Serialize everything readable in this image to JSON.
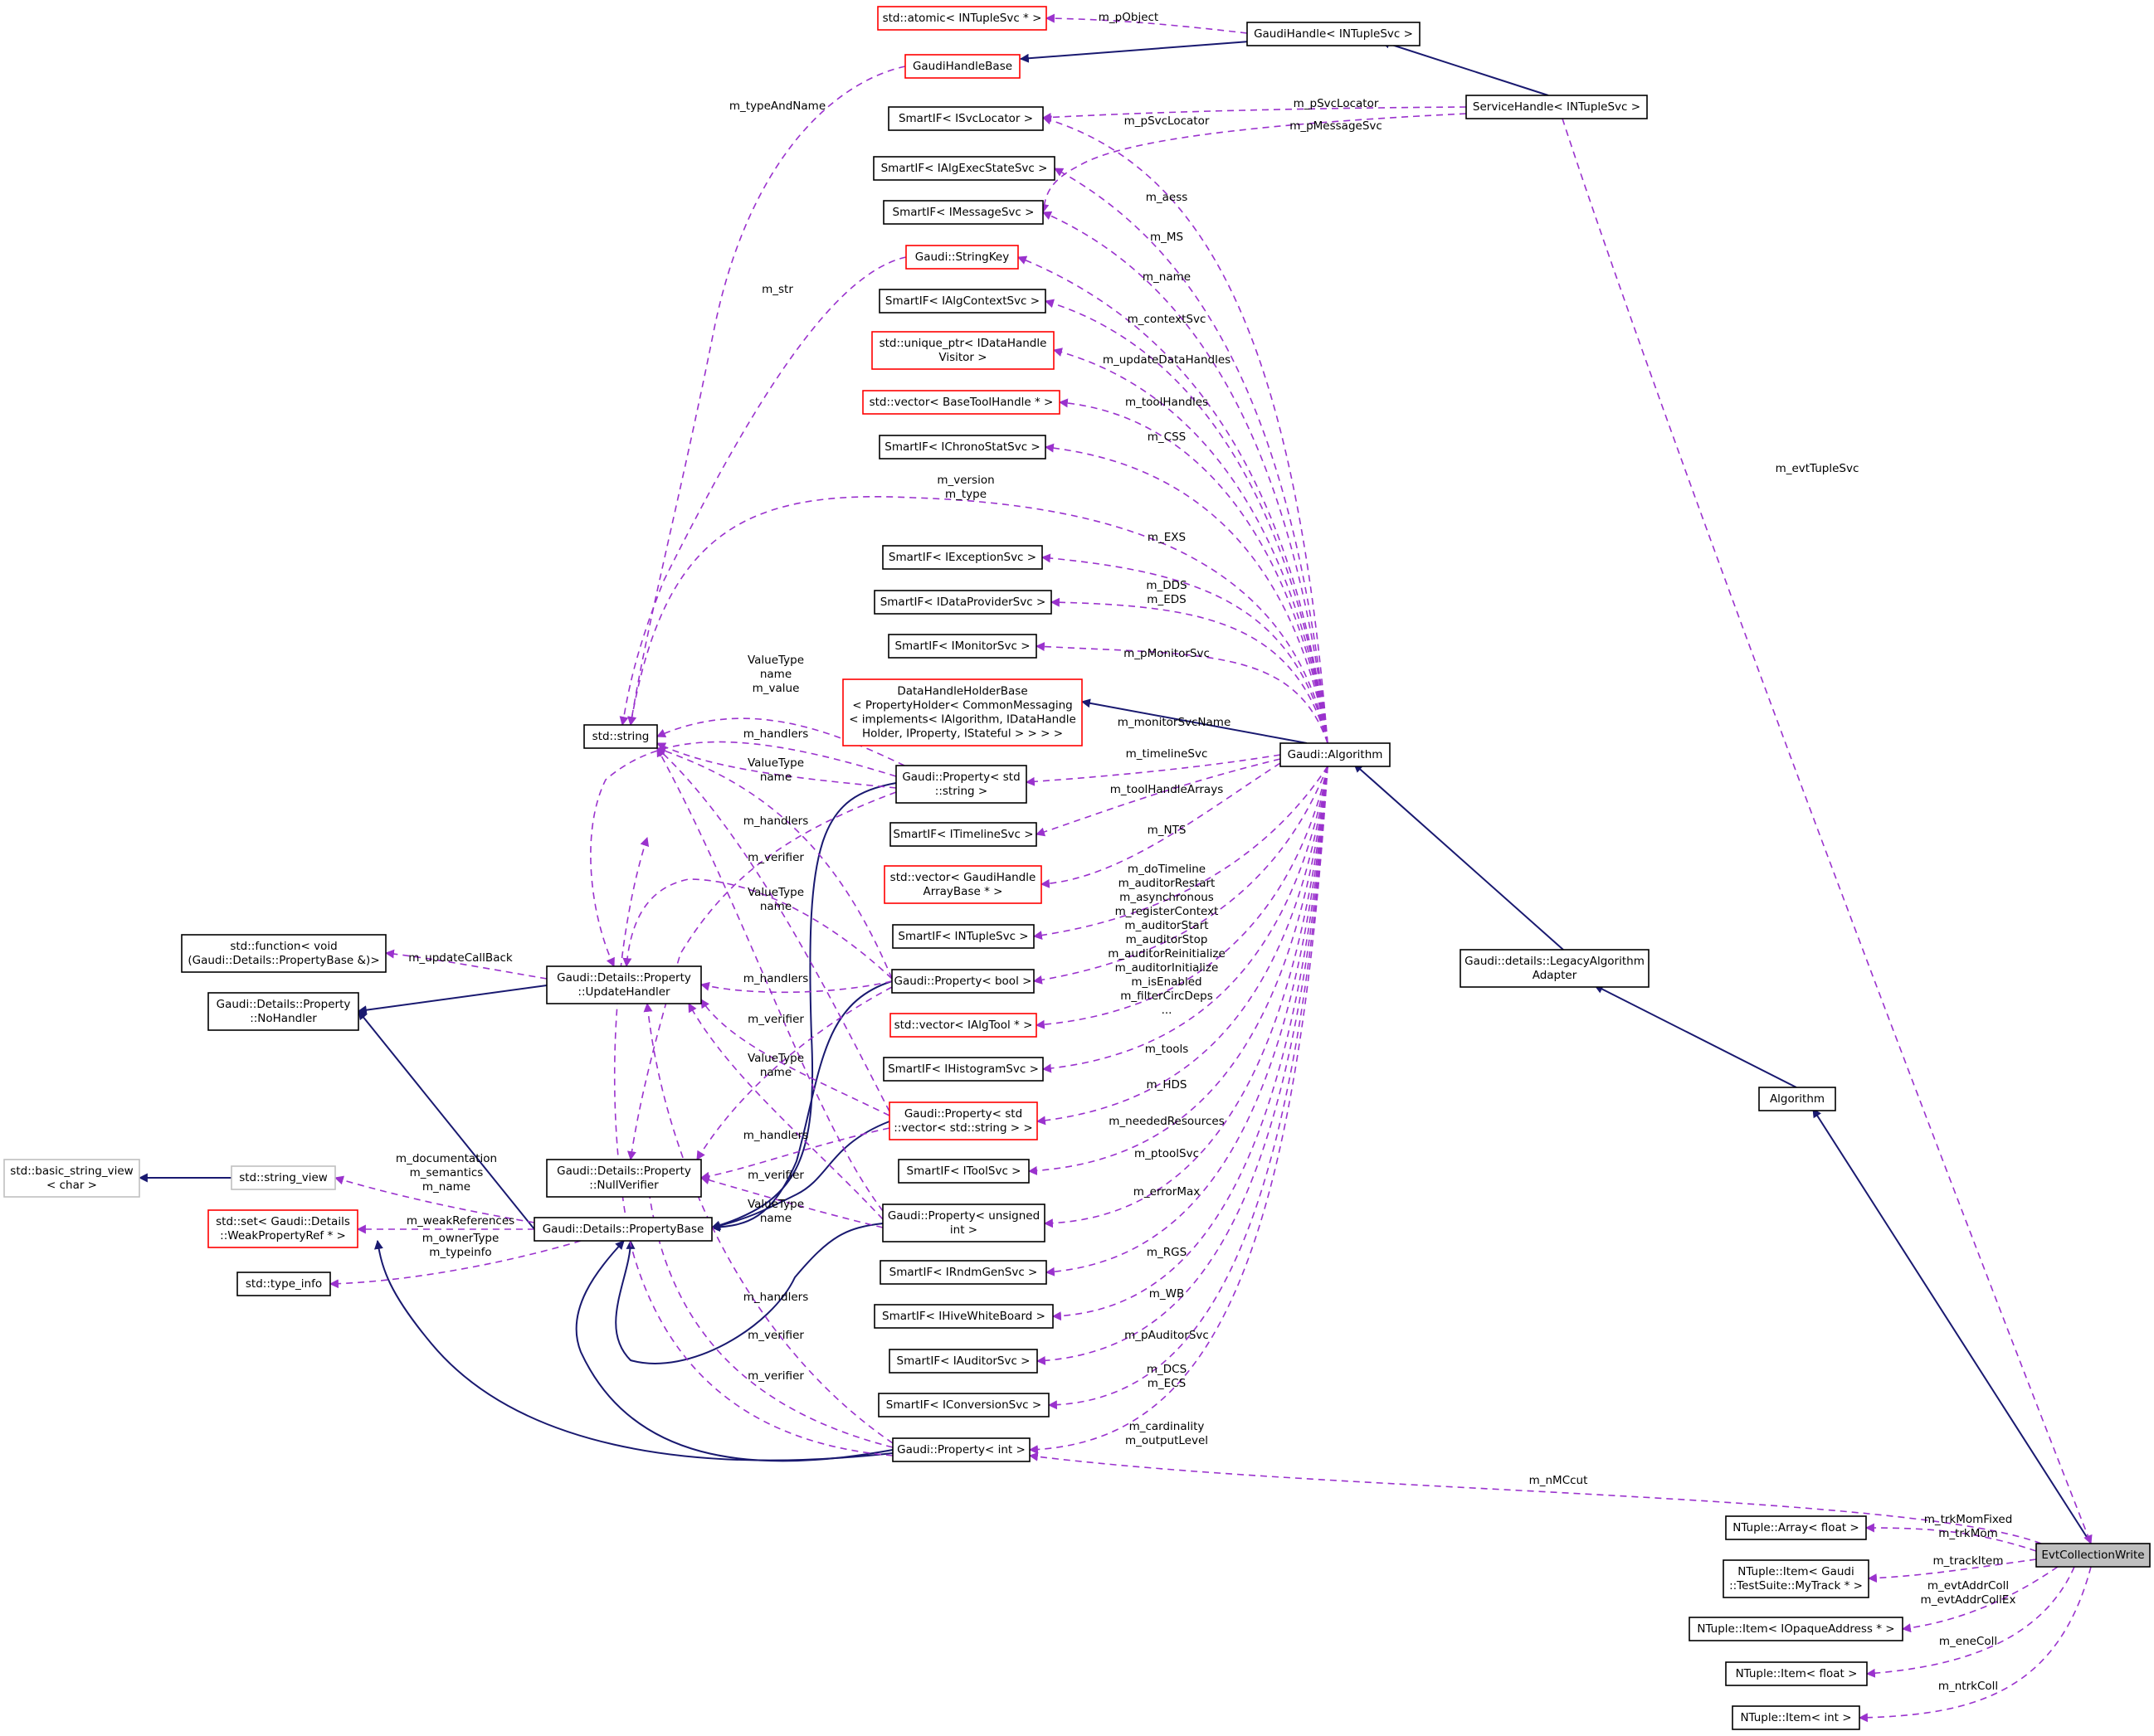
{
  "title": "",
  "colors": {
    "inheritance": "#191970",
    "usage": "#9a32cd",
    "normal_border": "#000000",
    "incomplete_border": "#ff0000",
    "external_border": "#bfbfbf",
    "root_fill": "#bfbfbf"
  },
  "nodes": {
    "atomic": [
      "std::atomic< INTupleSvc * >"
    ],
    "gh_ints": [
      "GaudiHandle< INTupleSvc >"
    ],
    "ghbase": [
      "GaudiHandleBase"
    ],
    "sh_ints": [
      "ServiceHandle< INTupleSvc >"
    ],
    "sif_loc": [
      "SmartIF< ISvcLocator >"
    ],
    "sif_aes": [
      "SmartIF< IAlgExecStateSvc >"
    ],
    "sif_msg": [
      "SmartIF< IMessageSvc >"
    ],
    "strkey": [
      "Gaudi::StringKey"
    ],
    "sif_ctx": [
      "SmartIF< IAlgContextSvc >"
    ],
    "uptr": [
      "std::unique_ptr< IDataHandle",
      "Visitor >"
    ],
    "vec_bth": [
      "std::vector< BaseToolHandle * >"
    ],
    "sif_chr": [
      "SmartIF< IChronoStatSvc >"
    ],
    "sif_exc": [
      "SmartIF< IExceptionSvc >"
    ],
    "sif_dp": [
      "SmartIF< IDataProviderSvc >"
    ],
    "sif_mon": [
      "SmartIF< IMonitorSvc >"
    ],
    "dhhb": [
      "DataHandleHolderBase",
      "< PropertyHolder< CommonMessaging",
      "< implements< IAlgorithm, IDataHandle",
      "Holder, IProperty, IStateful > > > >"
    ],
    "stdstring": [
      "std::string"
    ],
    "gaudialg": [
      "Gaudi::Algorithm"
    ],
    "prop_str": [
      "Gaudi::Property< std",
      "::string >"
    ],
    "sif_tl": [
      "SmartIF< ITimelineSvc >"
    ],
    "vec_gha": [
      "std::vector< GaudiHandle",
      "ArrayBase * >"
    ],
    "sif_nt": [
      "SmartIF< INTupleSvc >"
    ],
    "func": [
      "std::function< void",
      "(Gaudi::Details::PropertyBase &)>"
    ],
    "upd": [
      "Gaudi::Details::Property",
      "::UpdateHandler"
    ],
    "noh": [
      "Gaudi::Details::Property",
      "::NoHandler"
    ],
    "legacy": [
      "Gaudi::details::LegacyAlgorithm",
      "Adapter"
    ],
    "prop_bool": [
      "Gaudi::Property< bool >"
    ],
    "vec_tool": [
      "std::vector< IAlgTool * >"
    ],
    "sif_hist": [
      "SmartIF< IHistogramSvc >"
    ],
    "algorithm": [
      "Algorithm"
    ],
    "prop_vs": [
      "Gaudi::Property< std",
      "::vector< std::string > >"
    ],
    "bsv": [
      "std::basic_string_view",
      "< char >"
    ],
    "sv": [
      "std::string_view"
    ],
    "nullv": [
      "Gaudi::Details::Property",
      "::NullVerifier"
    ],
    "sif_ts": [
      "SmartIF< IToolSvc >"
    ],
    "set_wp": [
      "std::set< Gaudi::Details",
      "::WeakPropertyRef * >"
    ],
    "pbase": [
      "Gaudi::Details::PropertyBase"
    ],
    "prop_u": [
      "Gaudi::Property< unsigned",
      "int >"
    ],
    "tinfo": [
      "std::type_info"
    ],
    "sif_rnd": [
      "SmartIF< IRndmGenSvc >"
    ],
    "sif_hwb": [
      "SmartIF< IHiveWhiteBoard >"
    ],
    "sif_aud": [
      "SmartIF< IAuditorSvc >"
    ],
    "sif_conv": [
      "SmartIF< IConversionSvc >"
    ],
    "prop_int": [
      "Gaudi::Property< int >"
    ],
    "nt_arr": [
      "NTuple::Array< float >"
    ],
    "evtcoll": [
      "EvtCollectionWrite"
    ],
    "nt_track": [
      "NTuple::Item< Gaudi",
      "::TestSuite::MyTrack * >"
    ],
    "nt_opaq": [
      "NTuple::Item< IOpaqueAddress * >"
    ],
    "nt_float": [
      "NTuple::Item< float >"
    ],
    "nt_int": [
      "NTuple::Item< int >"
    ]
  },
  "edge_labels": {
    "m_pObject": [
      "m_pObject"
    ],
    "m_typeAndName": [
      "m_typeAndName"
    ],
    "m_pSvcLocator_sh": [
      "m_pSvcLocator"
    ],
    "m_pSvcLocator_alg": [
      "m_pSvcLocator"
    ],
    "m_pMessageSvc": [
      "m_pMessageSvc"
    ],
    "m_aess": [
      "m_aess"
    ],
    "m_MS": [
      "m_MS"
    ],
    "m_str": [
      "m_str"
    ],
    "m_name": [
      "m_name"
    ],
    "m_contextSvc": [
      "m_contextSvc"
    ],
    "m_updateDataHandles": [
      "m_updateDataHandles"
    ],
    "m_toolHandles": [
      "m_toolHandles"
    ],
    "m_CSS": [
      "m_CSS"
    ],
    "m_version_type": [
      "m_version",
      "m_type"
    ],
    "m_EXS": [
      "m_EXS"
    ],
    "m_DDS": [
      "m_DDS",
      "m_EDS"
    ],
    "m_pMonitorSvc": [
      "m_pMonitorSvc"
    ],
    "m_evtTupleSvc": [
      "m_evtTupleSvc"
    ],
    "vt_name_value": [
      "ValueType",
      "name",
      "m_value"
    ],
    "handlers1": [
      "m_handlers"
    ],
    "m_monitorSvcName": [
      "m_monitorSvcName"
    ],
    "vt_name1": [
      "ValueType",
      "name"
    ],
    "m_timelineSvc": [
      "m_timelineSvc"
    ],
    "m_toolHandleArrays": [
      "m_toolHandleArrays"
    ],
    "handlers2": [
      "m_handlers"
    ],
    "m_NTS": [
      "m_NTS"
    ],
    "verifier1": [
      "m_verifier"
    ],
    "vt_name2": [
      "ValueType",
      "name"
    ],
    "flags": [
      "m_doTimeline",
      "m_auditorRestart",
      "m_asynchronous",
      "m_registerContext",
      "m_auditorStart",
      "m_auditorStop",
      "m_auditorReinitialize",
      "m_auditorInitialize",
      "m_isEnabled",
      "m_filterCircDeps",
      "..."
    ],
    "m_updateCallBack": [
      "m_updateCallBack"
    ],
    "handlers3": [
      "m_handlers"
    ],
    "verifier2": [
      "m_verifier"
    ],
    "m_tools": [
      "m_tools"
    ],
    "vt_name3": [
      "ValueType",
      "name"
    ],
    "m_HDS": [
      "m_HDS"
    ],
    "handlers4": [
      "m_handlers"
    ],
    "m_neededResources": [
      "m_neededResources"
    ],
    "pbase_docs": [
      "m_documentation",
      "m_semantics",
      "m_name"
    ],
    "verifier3": [
      "m_verifier"
    ],
    "m_ptoolSvc": [
      "m_ptoolSvc"
    ],
    "vt_name4": [
      "ValueType",
      "name"
    ],
    "m_weakReferences": [
      "m_weakReferences"
    ],
    "m_errorMax": [
      "m_errorMax"
    ],
    "owner_type": [
      "m_ownerType",
      "m_typeinfo"
    ],
    "m_RGS": [
      "m_RGS"
    ],
    "handlers5": [
      "m_handlers"
    ],
    "m_WB": [
      "m_WB"
    ],
    "verifier4": [
      "m_verifier"
    ],
    "m_pAuditorSvc": [
      "m_pAuditorSvc"
    ],
    "verifier5": [
      "m_verifier"
    ],
    "m_DCS": [
      "m_DCS",
      "m_ECS"
    ],
    "m_cardinality": [
      "m_cardinality",
      "m_outputLevel"
    ],
    "m_nMCcut": [
      "m_nMCcut"
    ],
    "trkMom": [
      "m_trkMomFixed",
      "m_trkMom"
    ],
    "m_trackItem": [
      "m_trackItem"
    ],
    "evtAddr": [
      "m_evtAddrColl",
      "m_evtAddrCollEx"
    ],
    "m_eneColl": [
      "m_eneColl"
    ],
    "m_ntrkColl": [
      "m_ntrkColl"
    ]
  }
}
